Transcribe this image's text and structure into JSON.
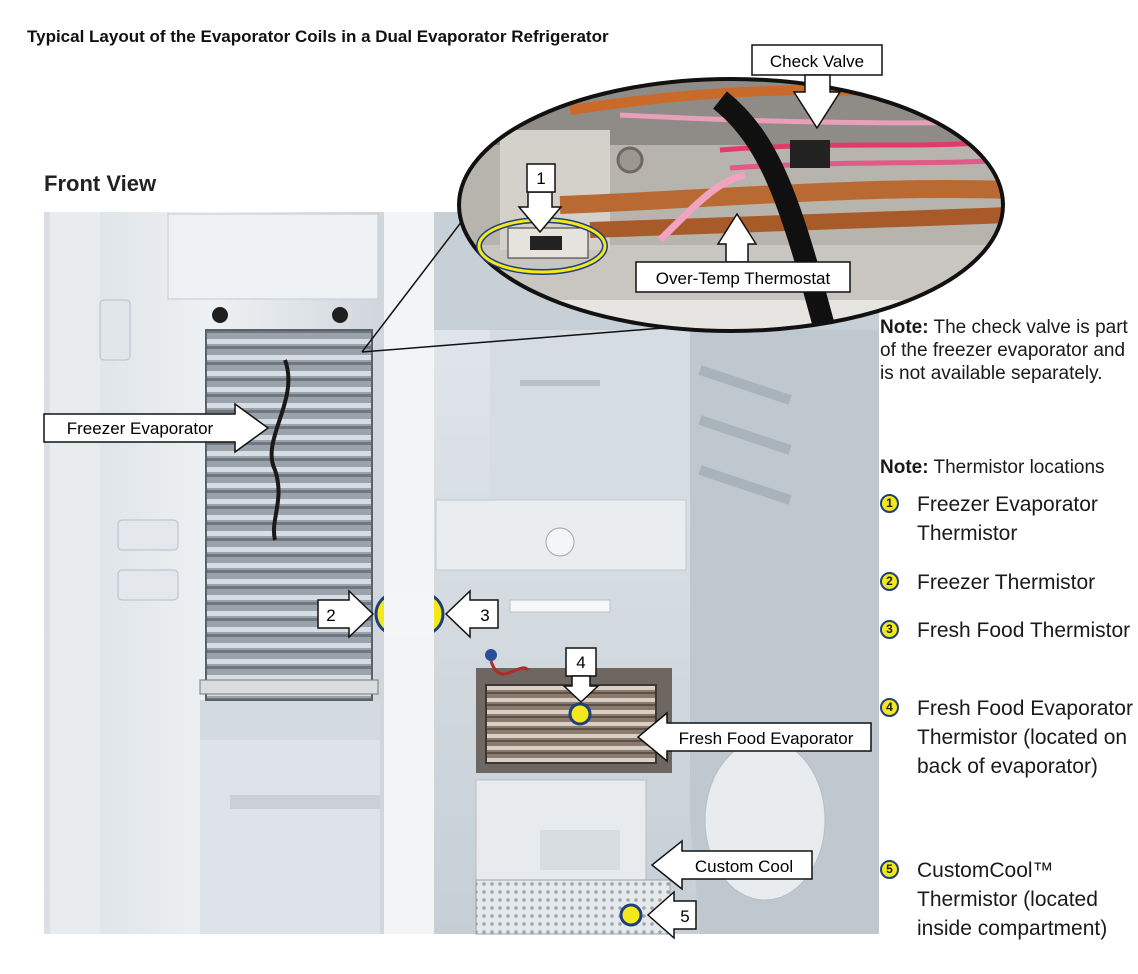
{
  "title": "Typical Layout of the Evaporator Coils in a Dual Evaporator Refrigerator",
  "front_view": "Front View",
  "callouts": {
    "check_valve": "Check Valve",
    "over_temp": "Over-Temp Thermostat",
    "freezer_evap": "Freezer Evaporator",
    "fresh_food_evap": "Fresh Food Evaporator",
    "custom_cool": "Custom Cool"
  },
  "markers": {
    "m1": "1",
    "m2": "2",
    "m3": "3",
    "m4": "4",
    "m5": "5"
  },
  "note_check_valve": {
    "label": "Note:",
    "text": " The check valve is part of the freezer evaporator and is not available separately."
  },
  "note_thermistor": {
    "label": "Note:",
    "text": " Thermistor locations"
  },
  "legend": [
    {
      "num": "1",
      "text": "Freezer Evaporator Thermistor"
    },
    {
      "num": "2",
      "text": "Freezer Thermistor"
    },
    {
      "num": "3",
      "text": "Fresh Food Thermistor"
    },
    {
      "num": "4",
      "text": "Fresh Food Evaporator Thermistor (located on back of evaporator)"
    },
    {
      "num": "5",
      "text": "CustomCool™ Thermistor (located inside compartment)"
    }
  ],
  "colors": {
    "marker_fill": "#f2e81a",
    "marker_ring": "#1f3f7c"
  }
}
